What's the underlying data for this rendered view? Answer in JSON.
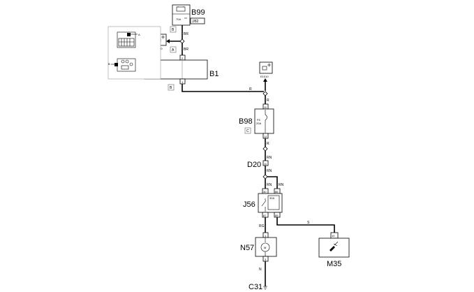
{
  "components": {
    "b99": {
      "code": "B99",
      "fuse": "70A",
      "ref": "J/82"
    },
    "b1": {
      "code": "B1",
      "pin_top": "2",
      "pin_bottom": "1"
    },
    "e1010_left": {
      "code": "E1010"
    },
    "e1010_right": {
      "code": "E1010"
    },
    "b98": {
      "code": "B98",
      "fuse_name": "F6",
      "fuse_rating": "20A",
      "pin_top": "11",
      "pin_bottom": "12"
    },
    "d20": {
      "code": "D20",
      "pin": "11"
    },
    "j56": {
      "code": "J56",
      "rating": "30A",
      "pin_30": "30",
      "pin_86": "86",
      "pin_87": "87",
      "pin_85": "85"
    },
    "n57": {
      "code": "N57",
      "pin_top": "1",
      "pin_bottom": "3"
    },
    "m35": {
      "code": "M35",
      "pin": "10"
    },
    "c31": {
      "code": "C31"
    }
  },
  "location_tags": {
    "b99": "B",
    "e1010": "A",
    "b1": "B",
    "b98": "C"
  },
  "wire_colors": {
    "b99_down": "BR",
    "b99_b1": "BR",
    "b1_out": "R",
    "to_b98": "R",
    "b98_out": "R",
    "to_d20": "RN",
    "d20_out": "RN",
    "j56_30": "RN",
    "j56_86": "RN",
    "j56_87": "RG",
    "j56_85": "S",
    "n57_out": "N"
  },
  "inset": {
    "label_a": "A",
    "label_b": "B"
  }
}
